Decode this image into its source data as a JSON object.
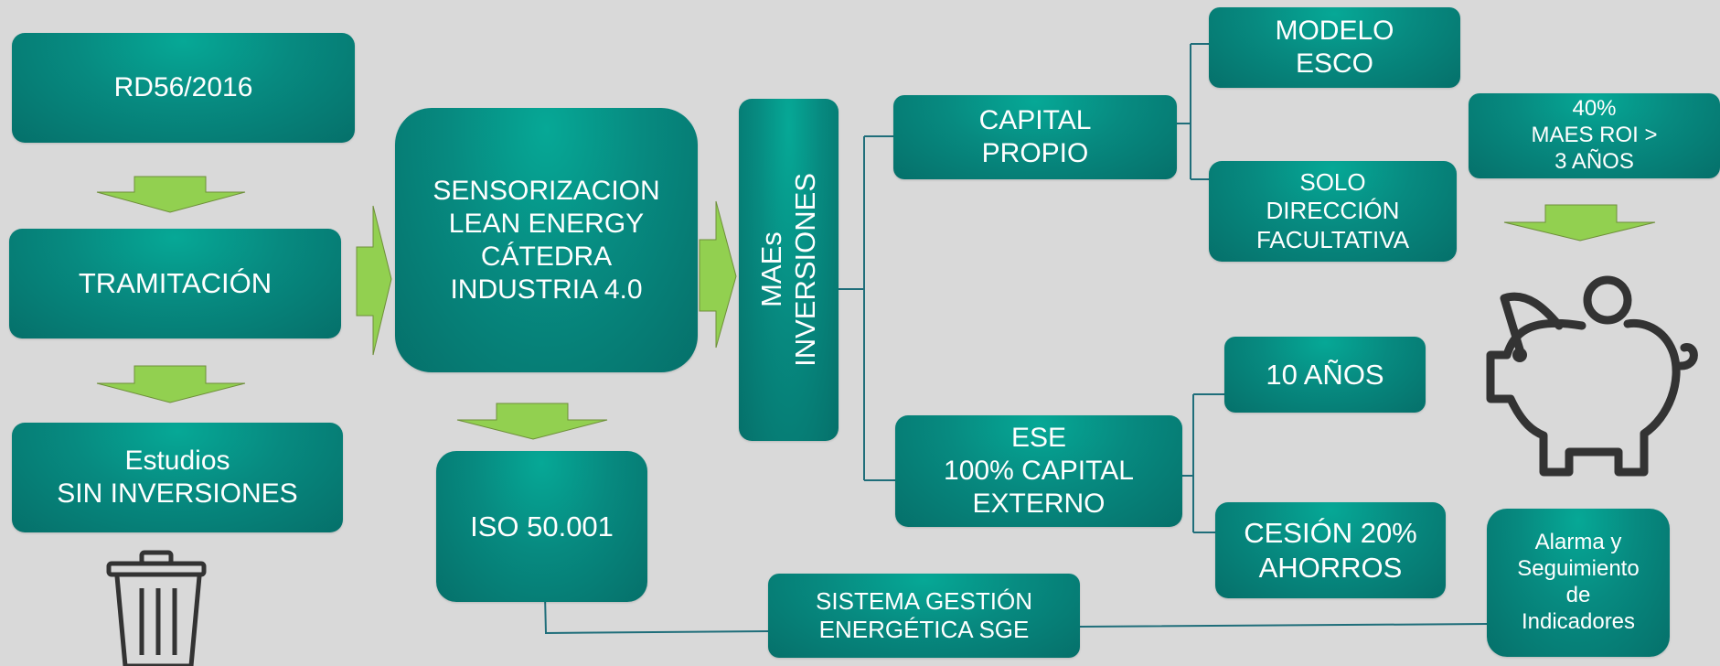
{
  "boxes": {
    "rd": "RD56/2016",
    "tramitacion": "TRAMITACIÓN",
    "estudios": "Estudios\nSIN INVERSIONES",
    "sensorizacion": "SENSORIZACION\nLEAN ENERGY\nCÁTEDRA\nINDUSTRIA 4.0",
    "iso": "ISO 50.001",
    "maes": "MAEs\nINVERSIONES",
    "capital_propio": "CAPITAL\nPROPIO",
    "modelo_esco": "MODELO\nESCO",
    "solo_direccion": "SOLO\nDIRECCIÓN\nFACULTATIVA",
    "ese": "ESE\n100% CAPITAL\nEXTERNO",
    "diez_anos": "10 AÑOS",
    "cesion": "CESIÓN 20%\nAHORROS",
    "roi": "40%\nMAES ROI >\n3 AÑOS",
    "alarma": "Alarma y\nSeguimiento\nde\nIndicadores",
    "sge": "SISTEMA GESTIÓN\nENERGÉTICA SGE"
  },
  "colors": {
    "box": "#078a80",
    "arrow": "#92d050",
    "connector": "#1f6e7a",
    "icon": "#333333"
  },
  "icons": [
    "trash-icon",
    "piggy-bank-icon"
  ]
}
